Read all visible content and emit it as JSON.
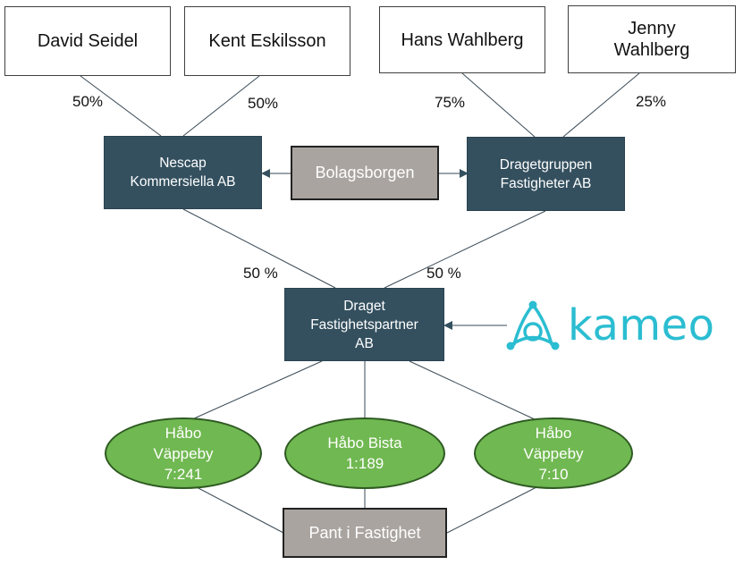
{
  "owners": [
    {
      "id": "david",
      "name": "David Seidel",
      "share": "50%"
    },
    {
      "id": "kent",
      "name": "Kent Eskilsson",
      "share": "50%"
    },
    {
      "id": "hans",
      "name": "Hans Wahlberg",
      "share": "75%"
    },
    {
      "id": "jenny",
      "name": "Jenny\nWahlberg",
      "share": "25%"
    }
  ],
  "holding_companies": [
    {
      "id": "nescap",
      "name": "Nescap\nKommersiella AB",
      "share": "50 %"
    },
    {
      "id": "dragetgruppen",
      "name": "Dragetgruppen\nFastigheter AB",
      "share": "50 %"
    }
  ],
  "guarantee": "Bolagsborgen",
  "borrower": "Draget\nFastighetspartner\nAB",
  "lender": {
    "name": "kameo",
    "icon": "kameo-logo-icon",
    "color": "#2bbdd1"
  },
  "properties": [
    {
      "id": "p1",
      "name": "Håbo\nVäppeby\n7:241"
    },
    {
      "id": "p2",
      "name": "Håbo Bista\n1:189"
    },
    {
      "id": "p3",
      "name": "Håbo\nVäppeby\n7:10"
    }
  ],
  "collateral": "Pant i Fastighet",
  "colors": {
    "company": "#34505f",
    "grey": "#a9a4a0",
    "property": "#70b851",
    "line": "#3a4a55"
  }
}
